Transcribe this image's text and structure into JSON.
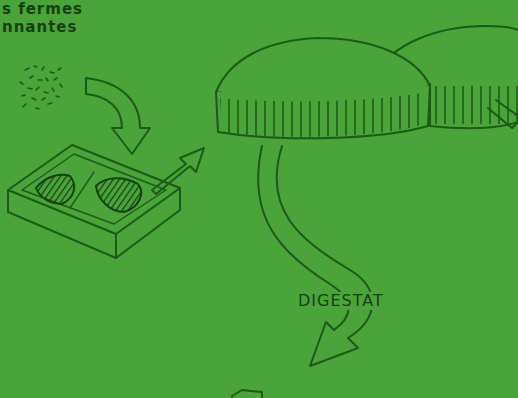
{
  "diagram": {
    "labels": [
      "s fermes",
      "nnantes",
      "DIGESTAT"
    ]
  }
}
